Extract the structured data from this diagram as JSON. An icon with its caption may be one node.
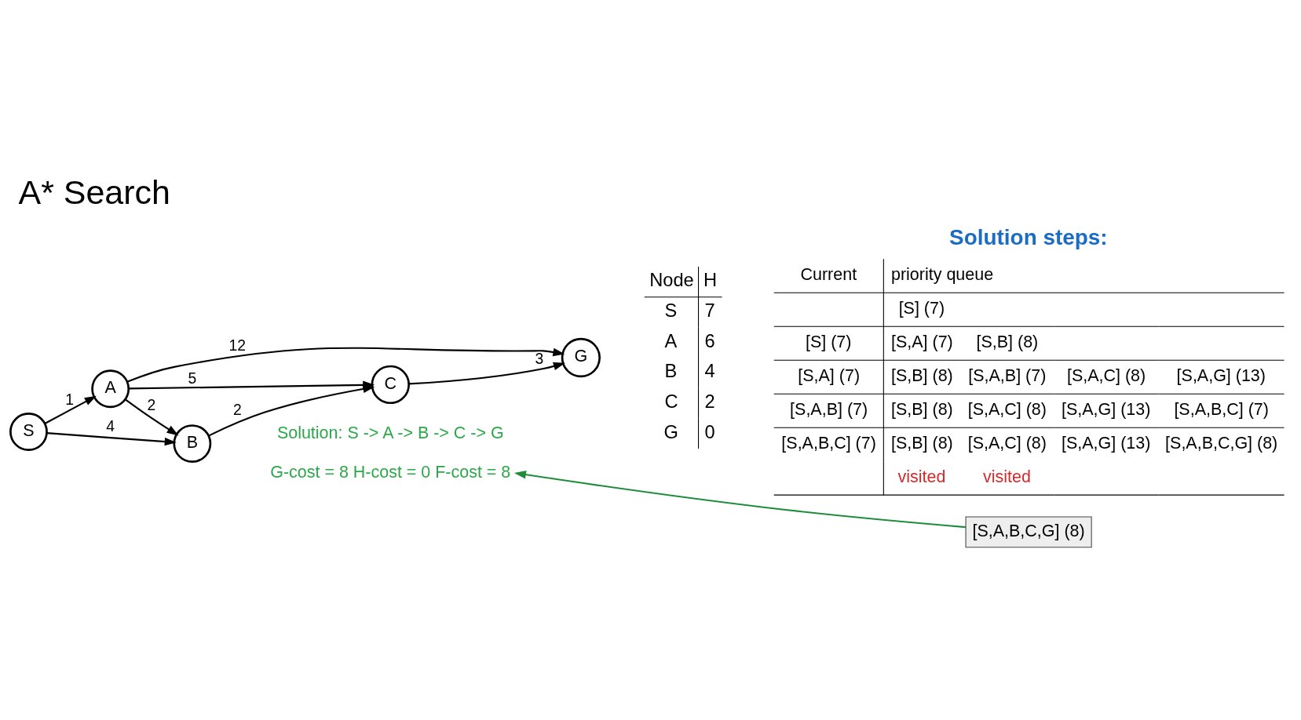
{
  "diagram": {
    "title": "A* Search",
    "nodes": [
      {
        "text": [
          "A"
        ]
      },
      {
        "text": [
          "S"
        ]
      },
      {
        "text": [
          "C"
        ]
      },
      {
        "text": [
          "G"
        ]
      },
      {
        "text": [
          "B"
        ]
      },
      {
        "text": [
          "Solution: S -> A -> B -> C -> G",
          "G-cost = 8 H-cost = 0 F-cost = 8"
        ]
      },
      {
        "text": [
          "[S,A,B,C,G] (8)"
        ]
      }
    ],
    "edges": [
      {
        "from": 1,
        "to": 0,
        "arrow": "to",
        "label": "1"
      },
      {
        "from": 0,
        "to": 3,
        "arrow": "to",
        "label": "12"
      },
      {
        "from": 0,
        "to": 2,
        "arrow": "to",
        "label": "5"
      },
      {
        "from": 0,
        "to": 4,
        "arrow": "to",
        "label": "2"
      },
      {
        "from": 2,
        "to": 3,
        "arrow": "to",
        "label": "3"
      },
      {
        "from": 1,
        "to": 4,
        "arrow": "to",
        "label": "4"
      },
      {
        "from": 4,
        "to": 2,
        "arrow": "to",
        "label": "2"
      },
      {
        "from": 6,
        "to": 5,
        "arrow": "to",
        "color": "#1e8c3a"
      }
    ],
    "labels": [
      "Solution steps:",
      "Node",
      "H",
      "S",
      "7",
      "A",
      "6",
      "B",
      "4",
      "C",
      "2",
      "G",
      "0",
      "Current",
      "priority queue",
      "[S] (7)",
      "[S] (7)",
      "[S,A] (7)",
      "[S,B] (8)",
      "[S,A] (7)",
      "[S,B] (8)",
      "[S,A,B] (7)",
      "[S,A,C] (8)",
      "[S,A,G] (13)",
      "[S,A,B] (7)",
      "[S,B] (8)",
      "[S,A,C] (8)",
      "[S,A,G] (13)",
      "[S,A,B,C] (7)",
      "[S,A,B,C] (7)",
      "[S,B] (8)",
      "[S,A,C] (8)",
      "[S,A,G] (13)",
      "[S,A,B,C,G] (8)",
      "visited",
      "visited"
    ]
  }
}
